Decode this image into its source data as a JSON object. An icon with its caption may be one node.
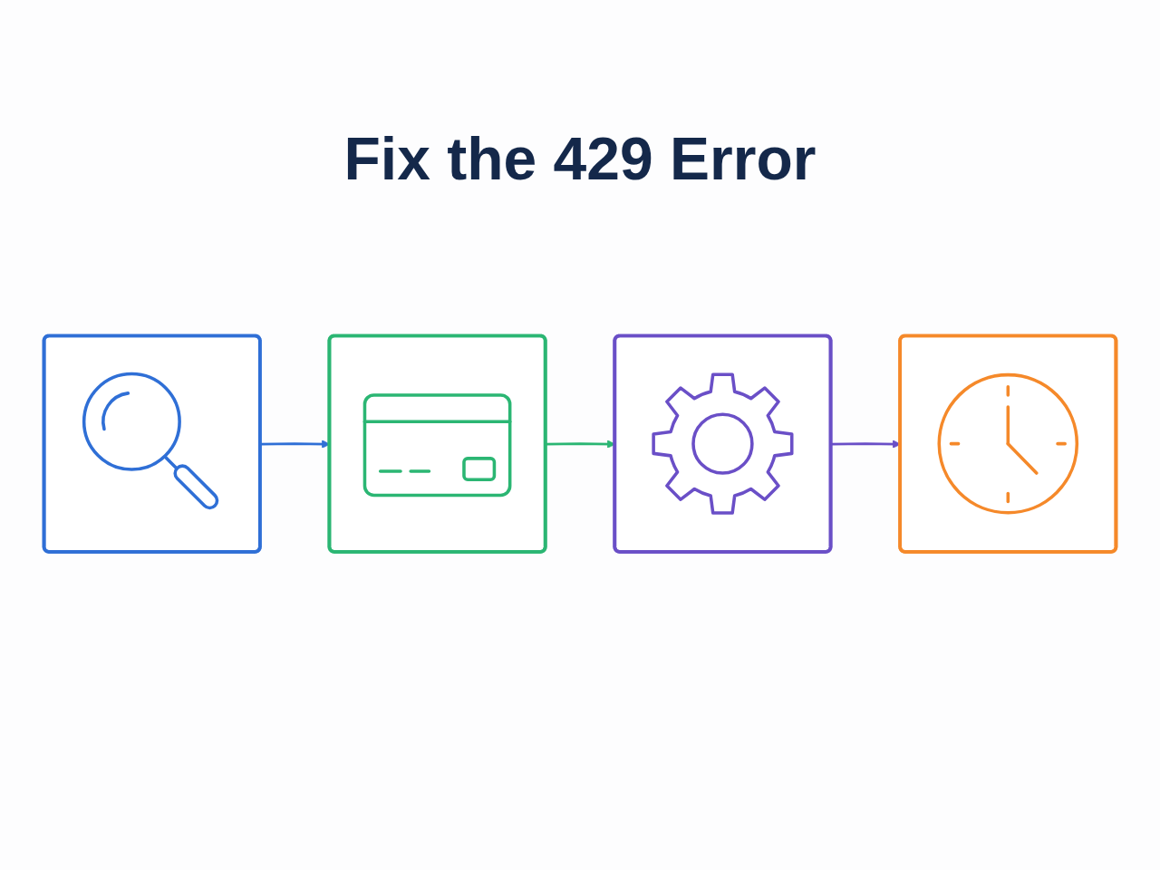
{
  "diagram": {
    "title": "Fix the 429 Error",
    "nodes": [
      {
        "text": [],
        "shape": "picture"
      },
      {
        "text": [],
        "shape": "picture"
      },
      {
        "text": [],
        "shape": "picture"
      },
      {
        "text": [],
        "shape": "picture"
      }
    ],
    "edges": [
      {
        "from": 0,
        "to": 1,
        "arrow": "to",
        "color": "#2f6fd6"
      },
      {
        "from": 1,
        "to": 2,
        "arrow": "to",
        "color": "#2bb673"
      },
      {
        "from": 2,
        "to": 3,
        "arrow": "to",
        "color": "#6a4fc7"
      }
    ]
  }
}
